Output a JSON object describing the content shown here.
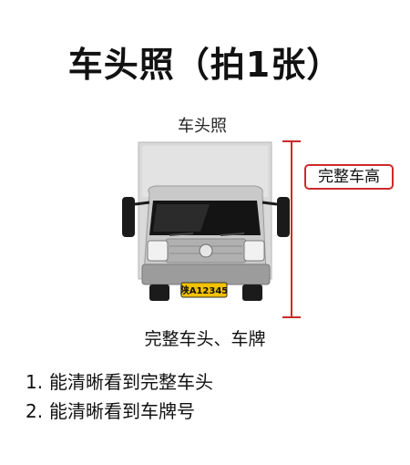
{
  "title": "车头照（拍1张）",
  "illustration": {
    "label_top": "车头照",
    "height_tag": "完整车高",
    "plate_text": "陕A12345",
    "caption": "完整车头、车牌",
    "colors": {
      "accent": "#cc2a2a",
      "plate": "#f2c200"
    }
  },
  "requirements": [
    {
      "num": "1.",
      "text": "能清晰看到完整车头"
    },
    {
      "num": "2.",
      "text": "能清晰看到车牌号"
    }
  ]
}
